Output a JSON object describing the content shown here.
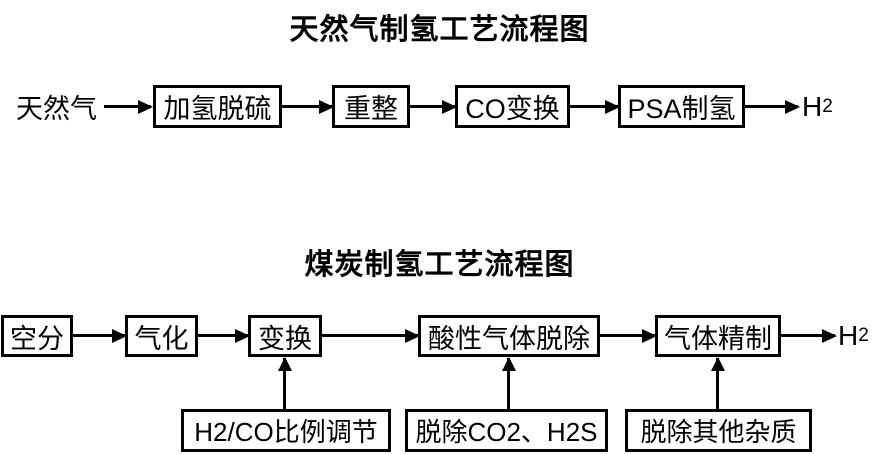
{
  "page": {
    "background_color": "#ffffff",
    "line_color": "#000000"
  },
  "diagrams": [
    {
      "title": "天然气制氢工艺流程图",
      "input_label": "天然气",
      "steps": [
        "加氢脱硫",
        "重整",
        "CO变换",
        "PSA制氢"
      ],
      "output": {
        "base": "H",
        "sub": "2"
      }
    },
    {
      "title": "煤炭制氢工艺流程图",
      "steps": [
        "空分",
        "气化",
        "变换",
        "酸性气体脱除",
        "气体精制"
      ],
      "output": {
        "base": "H",
        "sub": "2"
      },
      "annotations": [
        {
          "label": "H2/CO比例调节",
          "target": "变换"
        },
        {
          "label": "脱除CO2、H2S",
          "target": "酸性气体脱除"
        },
        {
          "label": "脱除其他杂质",
          "target": "气体精制"
        }
      ]
    }
  ],
  "chart_data": [
    {
      "type": "flowchart",
      "title": "天然气制氢工艺流程图",
      "sequence": [
        "天然气",
        "加氢脱硫",
        "重整",
        "CO变换",
        "PSA制氢",
        "H2"
      ]
    },
    {
      "type": "flowchart",
      "title": "煤炭制氢工艺流程图",
      "sequence": [
        "空分",
        "气化",
        "变换",
        "酸性气体脱除",
        "气体精制",
        "H2"
      ],
      "feeds": [
        {
          "from": "H2/CO比例调节",
          "to": "变换"
        },
        {
          "from": "脱除CO2、H2S",
          "to": "酸性气体脱除"
        },
        {
          "from": "脱除其他杂质",
          "to": "气体精制"
        }
      ]
    }
  ]
}
